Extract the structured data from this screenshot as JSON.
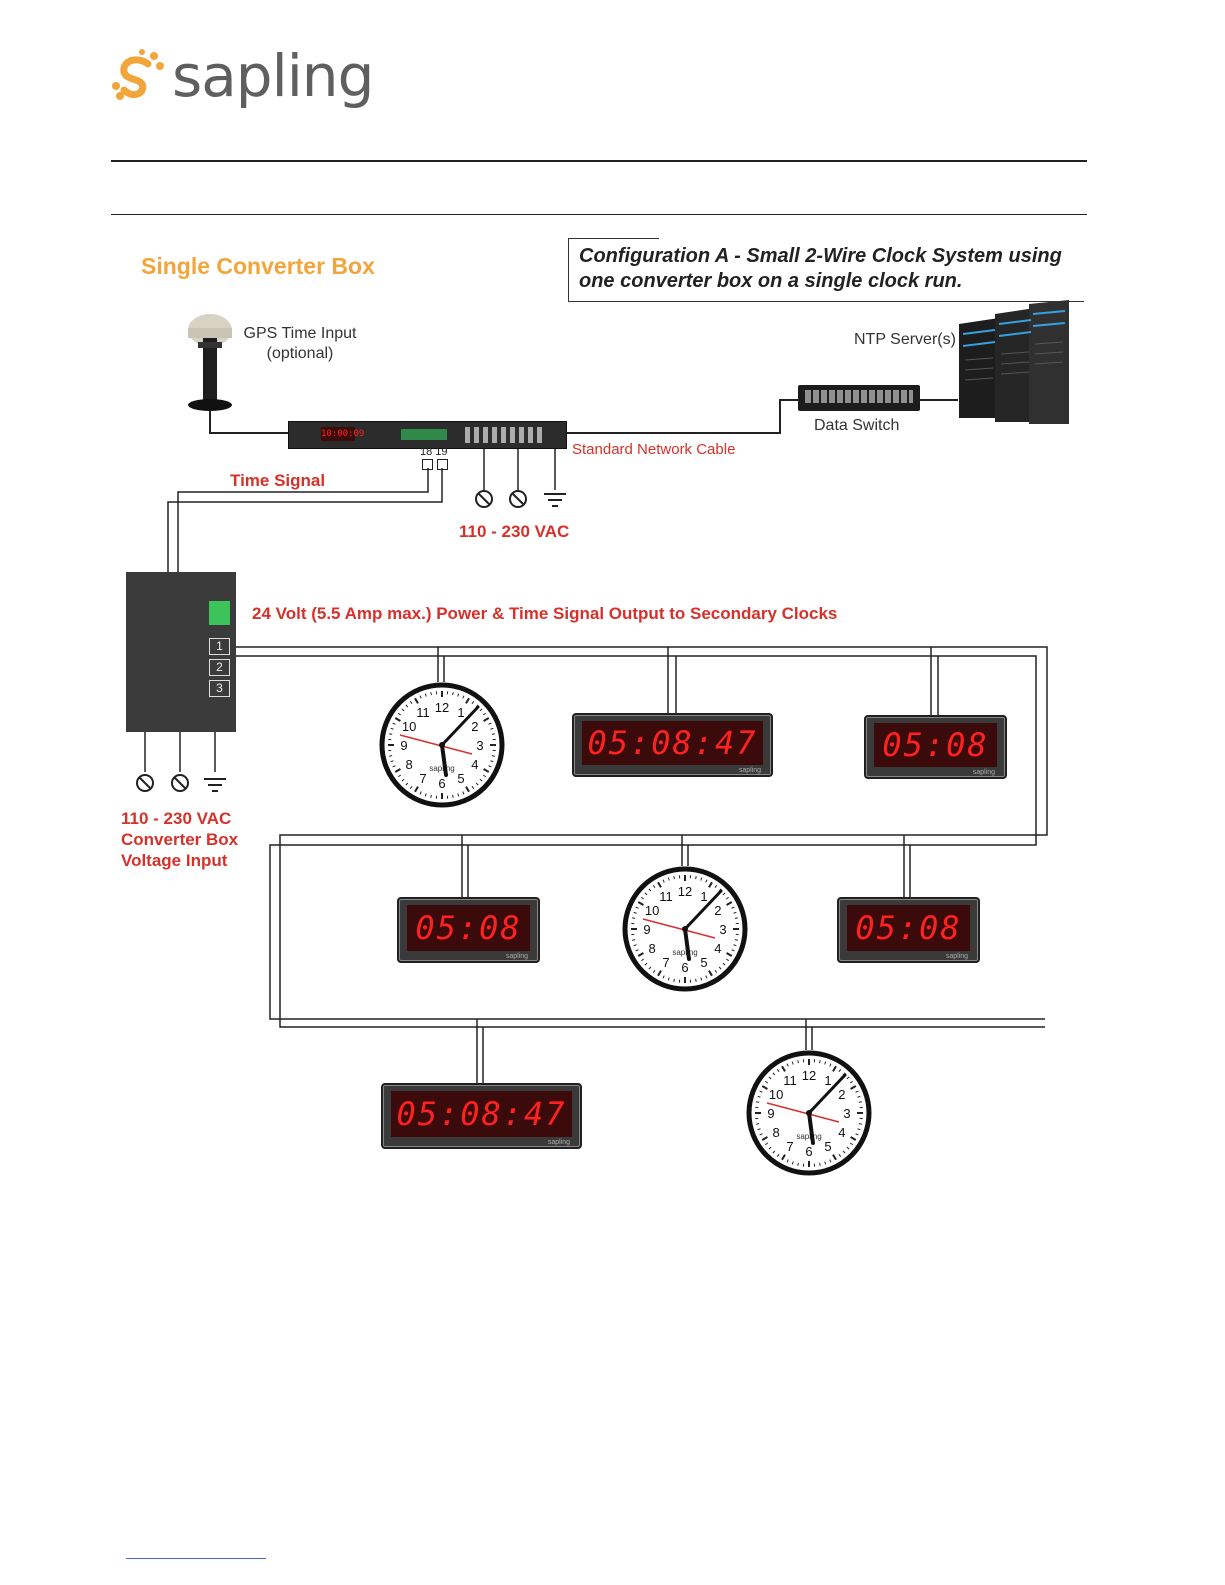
{
  "header": {
    "brand": "sapling"
  },
  "diagram": {
    "section_title": "Single Converter Box",
    "config_title": "Configuration A - Small 2-Wire Clock System using\none converter box on a single clock run.",
    "gps_label": "GPS Time Input\n(optional)",
    "ntp_label": "NTP Server(s)",
    "switch_label": "Data Switch",
    "network_cable_label": "Standard Network Cable",
    "terminal_labels": "18 19",
    "time_signal_label": "Time Signal",
    "master_voltage_label": "110 - 230 VAC",
    "output_label": "24 Volt (5.5 Amp max.) Power & Time Signal Output to Secondary Clocks",
    "converter_ports": [
      "1",
      "2",
      "3"
    ],
    "converter_voltage_label": "110 - 230 VAC\nConverter Box\nVoltage Input",
    "master_display": "10:00:09",
    "clock_brand": "sapling",
    "digital_clocks": [
      "05:08:47",
      "05:08",
      "05:08",
      "05:08",
      "05:08:47"
    ]
  },
  "colors": {
    "brand_orange": "#f2a53a",
    "warning_red": "#d6312b",
    "led_red": "#ff2020",
    "status_green": "#3cc35a"
  }
}
